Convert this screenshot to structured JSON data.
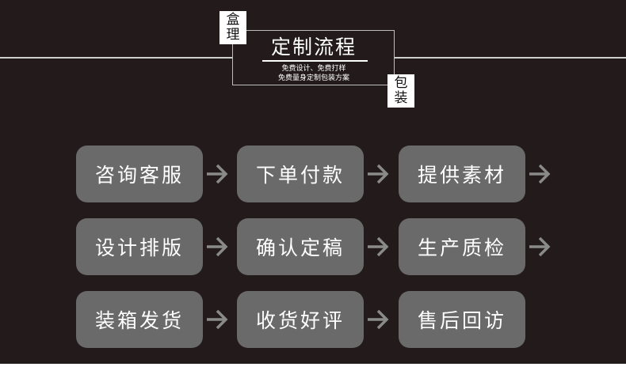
{
  "header": {
    "tag_top": [
      "盒",
      "理"
    ],
    "tag_bottom": [
      "包",
      "装"
    ],
    "title": "定制流程",
    "subtitle_lines": [
      "免费设计、免费打样",
      "免费量身定制包装方案"
    ]
  },
  "steps": [
    [
      "咨询客服",
      "下单付款",
      "提供素材"
    ],
    [
      "设计排版",
      "确认定稿",
      "生产质检"
    ],
    [
      "装箱发货",
      "收货好评",
      "售后回访"
    ]
  ],
  "colors": {
    "background": "#231b1b",
    "step_box": "#6a6a6a",
    "arrow": "#8a8a8a",
    "text": "#ffffff"
  }
}
